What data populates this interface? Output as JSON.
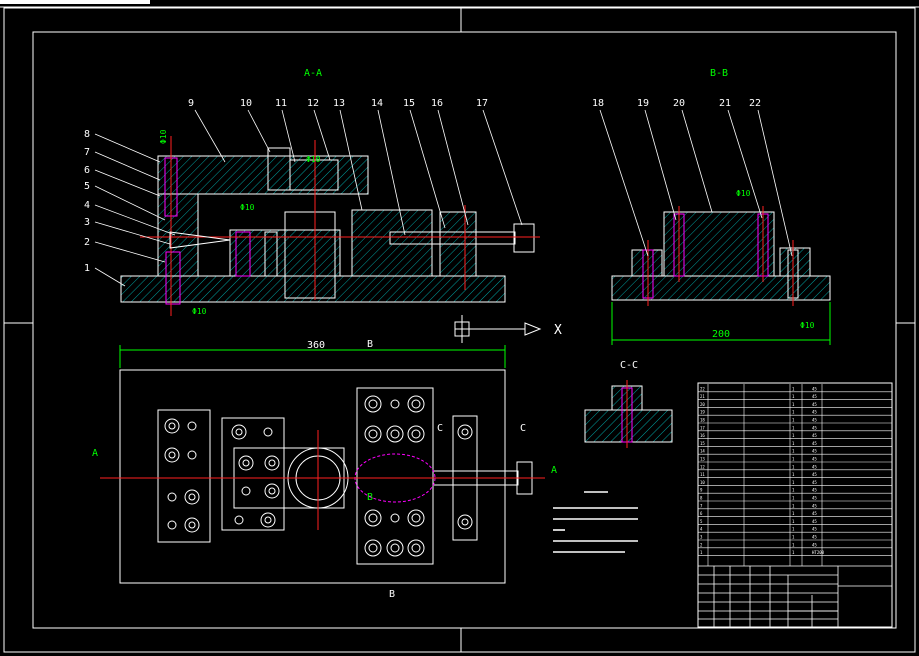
{
  "colors": {
    "background": "#000000",
    "outline": "#ffffff",
    "hatch": "#00a0a0",
    "center": "#ff2020",
    "dimension": "#00ff00",
    "leader": "#ffffff",
    "hidden": "#ff00ff",
    "label": "#ffffff",
    "view_title": "#00ff00"
  },
  "views": {
    "section_aa": "A-A",
    "section_bb": "B-B",
    "section_cc": "C-C",
    "plan_b_top": "B",
    "plan_b_bottom": "B",
    "plan_a_left": "A",
    "plan_a_right": "A",
    "plan_c_left": "C",
    "plan_c_right": "C",
    "plan_b_mid": "B"
  },
  "part_numbers": [
    "1",
    "2",
    "3",
    "4",
    "5",
    "6",
    "7",
    "8",
    "9",
    "10",
    "11",
    "12",
    "13",
    "14",
    "15",
    "16",
    "17",
    "18",
    "19",
    "20",
    "21",
    "22"
  ],
  "dimensions": {
    "width_360": "360",
    "width_200": "200",
    "dia_10_a": "Φ10",
    "dia_10_b": "Φ10",
    "dia_10_c": "Φ10",
    "dia_10_d": "Φ10",
    "dia_10_e": "Φ10",
    "dia_10_f": "Φ10"
  },
  "axis_label": "X",
  "bom_rows": [
    [
      "22",
      "",
      "",
      "1",
      "45"
    ],
    [
      "21",
      "",
      "",
      "1",
      "45"
    ],
    [
      "20",
      "",
      "",
      "1",
      "45"
    ],
    [
      "19",
      "",
      "",
      "1",
      "45"
    ],
    [
      "18",
      "",
      "",
      "1",
      "45"
    ],
    [
      "17",
      "",
      "",
      "1",
      "45"
    ],
    [
      "16",
      "",
      "",
      "1",
      "45"
    ],
    [
      "15",
      "",
      "",
      "1",
      "45"
    ],
    [
      "14",
      "",
      "",
      "1",
      "45"
    ],
    [
      "13",
      "",
      "",
      "1",
      "45"
    ],
    [
      "12",
      "",
      "",
      "1",
      "45"
    ],
    [
      "11",
      "",
      "",
      "1",
      "45"
    ],
    [
      "10",
      "",
      "",
      "1",
      "45"
    ],
    [
      "9",
      "",
      "",
      "1",
      "45"
    ],
    [
      "8",
      "",
      "",
      "1",
      "45"
    ],
    [
      "7",
      "",
      "",
      "1",
      "45"
    ],
    [
      "6",
      "",
      "",
      "1",
      "45"
    ],
    [
      "5",
      "",
      "",
      "1",
      "45"
    ],
    [
      "4",
      "",
      "",
      "1",
      "45"
    ],
    [
      "3",
      "",
      "",
      "1",
      "45"
    ],
    [
      "2",
      "",
      "",
      "1",
      "45"
    ],
    [
      "1",
      "",
      "",
      "1",
      "HT200"
    ]
  ]
}
